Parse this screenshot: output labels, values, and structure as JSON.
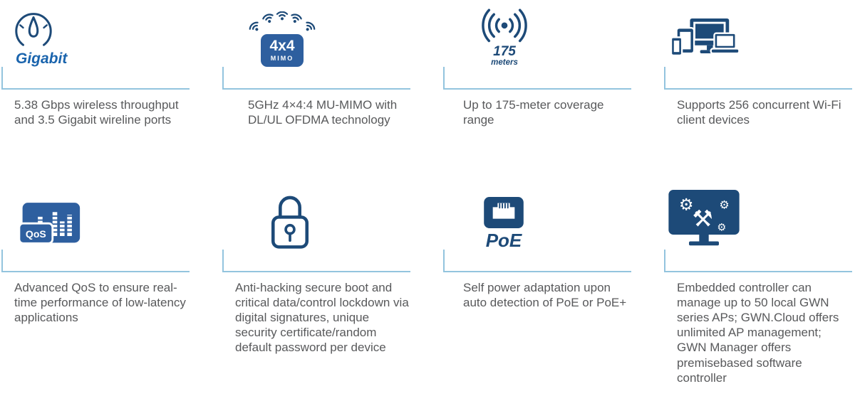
{
  "colors": {
    "navy": "#1d4a78",
    "med": "#2e5f9f",
    "rule": "#93c4de",
    "textc": "#58595b",
    "accent": "#1a64ad"
  },
  "features": [
    {
      "id": "throughput",
      "icon": "speedometer-icon",
      "caption": "Gigabit",
      "text": "5.38 Gbps wireless throughput and 3.5 Gigabit wireline ports"
    },
    {
      "id": "mimo",
      "icon": "wifi-mimo-icon",
      "badge_line1": "4x4",
      "badge_line2": "MIMO",
      "text": "5GHz 4×4:4 MU-MIMO with DL/UL OFDMA technology"
    },
    {
      "id": "coverage",
      "icon": "coverage-range-icon",
      "caption_line1": "175",
      "caption_line2": "meters",
      "text": "Up to 175-meter coverage range"
    },
    {
      "id": "clients",
      "icon": "client-devices-icon",
      "text": "Supports 256 concurrent Wi-Fi client devices"
    },
    {
      "id": "qos",
      "icon": "qos-equalizer-icon",
      "badge": "QoS",
      "text": "Advanced QoS to ensure real-time performance of low-latency applications"
    },
    {
      "id": "security",
      "icon": "padlock-icon",
      "text": "Anti-hacking secure boot and critical data/control lockdown via digital signatures, unique security certificate/random default password per device"
    },
    {
      "id": "poe",
      "icon": "poe-port-icon",
      "caption": "PoE",
      "text": "Self power adaptation upon auto detection of PoE or PoE+"
    },
    {
      "id": "controller",
      "icon": "embedded-controller-icon",
      "glyph_gear": "⚙",
      "glyph_tools": "⚒",
      "text": "Embedded controller can manage up to 50 local GWN series APs; GWN.Cloud offers unlimited AP management; GWN Manager offers premisebased software controller"
    }
  ]
}
